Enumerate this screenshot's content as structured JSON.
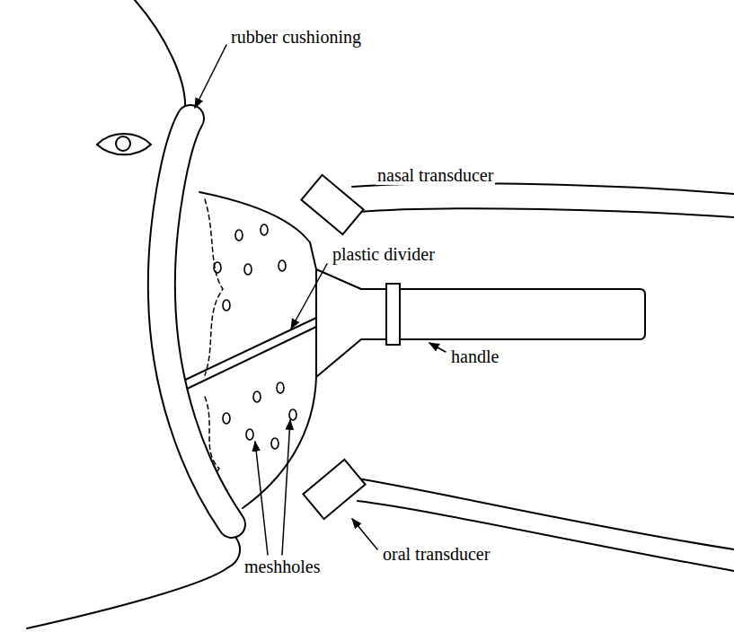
{
  "diagram": {
    "labels": [
      "rubber cushioning",
      "nasal transducer",
      "plastic divider",
      "handle",
      "meshholes",
      "oral transducer"
    ]
  }
}
